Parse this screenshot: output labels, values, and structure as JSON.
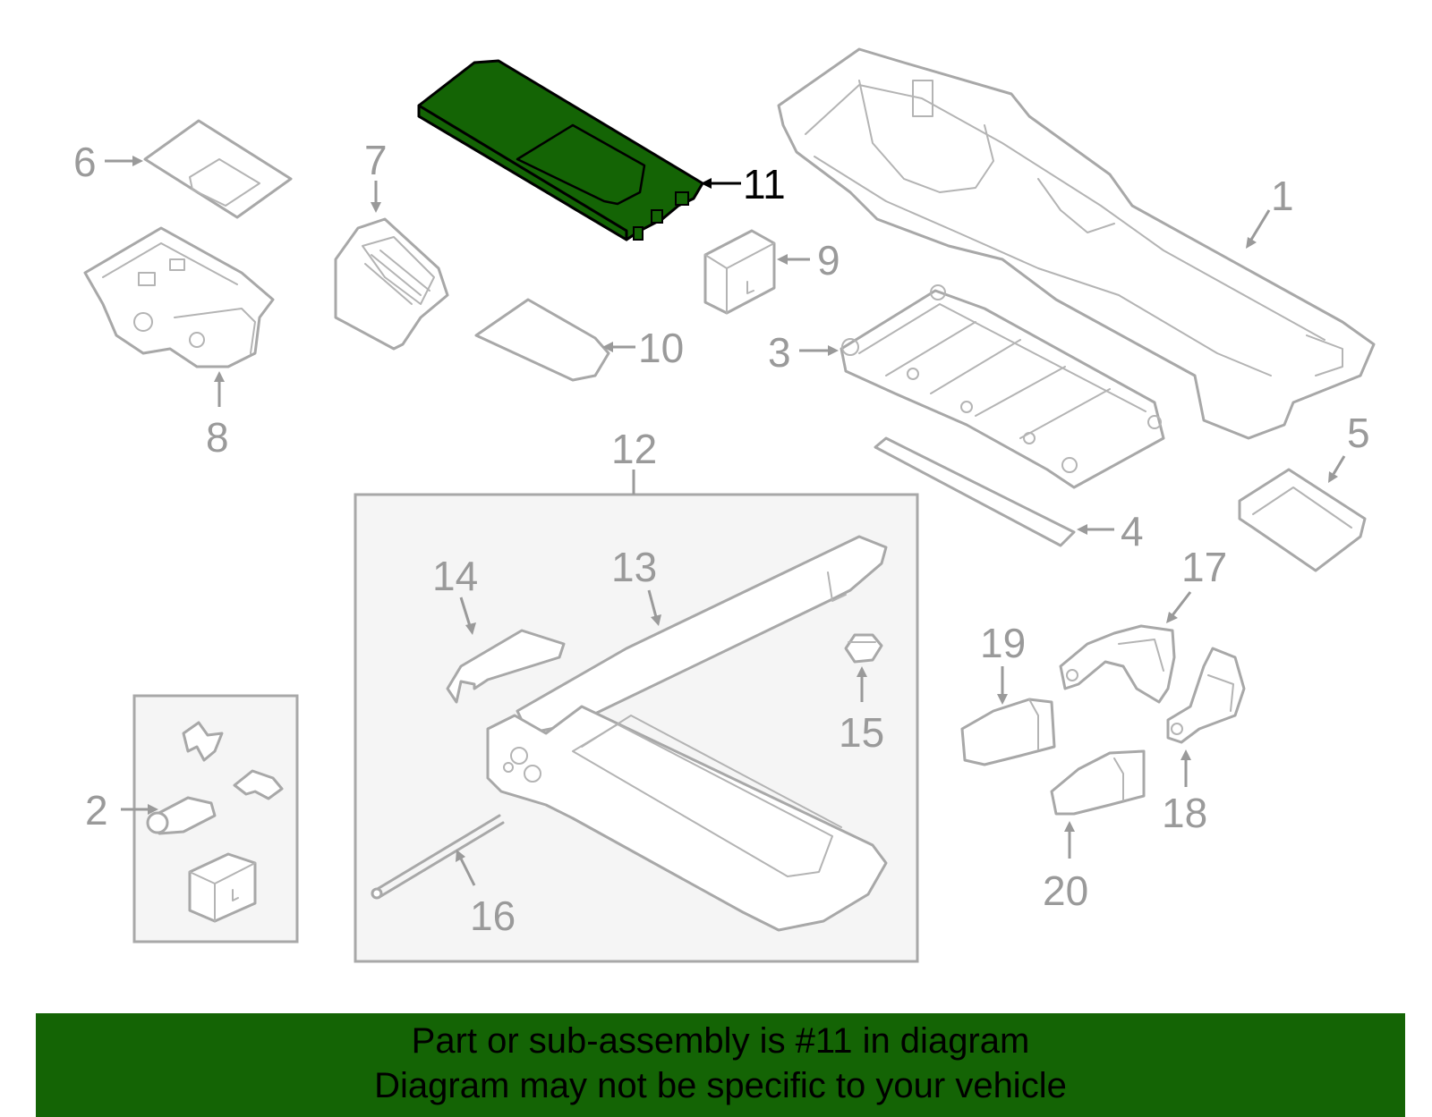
{
  "diagram": {
    "highlight_color": "#146405",
    "highlighted_part": "11",
    "labels": [
      "1",
      "2",
      "3",
      "4",
      "5",
      "6",
      "7",
      "8",
      "9",
      "10",
      "11",
      "12",
      "13",
      "14",
      "15",
      "16",
      "17",
      "18",
      "19",
      "20"
    ]
  },
  "banner": {
    "line1": "Part or sub-assembly is #11 in diagram",
    "line2": "Diagram may not be specific to your vehicle",
    "color": "#146405"
  }
}
